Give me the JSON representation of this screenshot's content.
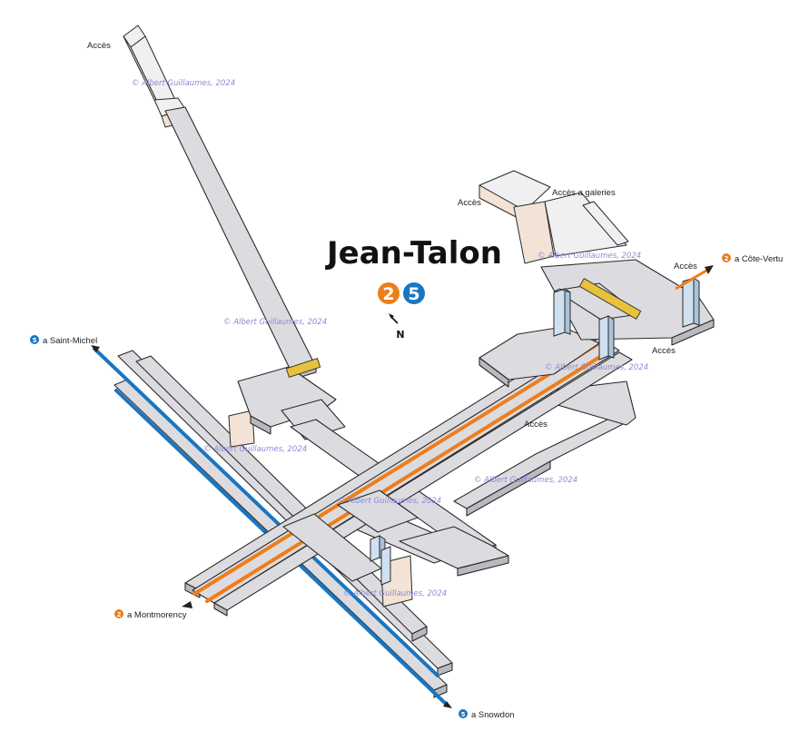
{
  "station": {
    "title": "Jean-Talon",
    "lines": [
      {
        "number": "2",
        "color": "#ef7d1a"
      },
      {
        "number": "5",
        "color": "#1976c2"
      }
    ]
  },
  "compass": {
    "label": "N"
  },
  "watermark": "© Albert Guillaumes, 2024",
  "access_labels": [
    {
      "id": "nw",
      "text": "Accès"
    },
    {
      "id": "north-left",
      "text": "Accès"
    },
    {
      "id": "galeries",
      "text": "Accès a galeries"
    },
    {
      "id": "east-top",
      "text": "Accès"
    },
    {
      "id": "east-mid",
      "text": "Accès"
    },
    {
      "id": "center",
      "text": "Accès"
    }
  ],
  "destinations": [
    {
      "id": "saint-michel",
      "line": "5",
      "text": "a Saint-Michel"
    },
    {
      "id": "cote-vertu",
      "line": "2",
      "text": "a Côte-Vertu"
    },
    {
      "id": "montmorency",
      "line": "2",
      "text": "a Montmorency"
    },
    {
      "id": "snowdon",
      "line": "5",
      "text": "a Snowdon"
    }
  ],
  "colors": {
    "line2": "#ef7d1a",
    "line5": "#1976c2",
    "floor": "#dcdce0",
    "wall": "#f3e3d6",
    "escalator": "#e8c23a"
  }
}
